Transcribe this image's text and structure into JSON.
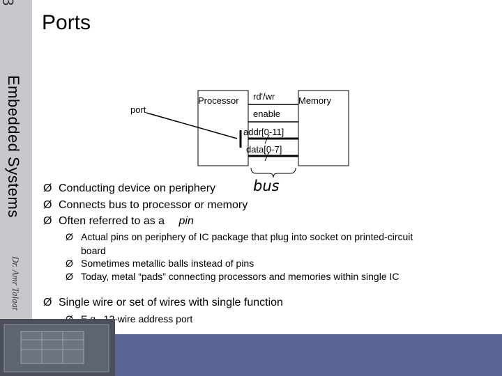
{
  "slide": {
    "number": "3",
    "title": "Ports",
    "side_title": "Embedded Systems",
    "author": "Dr. Amr Talaat"
  },
  "diagram": {
    "port_label": "port",
    "processor_label": "Processor",
    "memory_label": "Memory",
    "rdwr_label": "rd'/wr",
    "enable_label": "enable",
    "addr_label": "addr[0-11]",
    "data_label": "data[0-7]",
    "bus_label": "bus"
  },
  "bullets": [
    {
      "text": "Conducting device on periphery"
    },
    {
      "text": "Connects bus to processor or memory"
    },
    {
      "text": "Often referred to as a",
      "emph": "pin"
    }
  ],
  "sub_bullets_1": [
    "Actual pins on periphery of IC package that plug into socket on printed-circuit board",
    "Sometimes metallic balls instead of pins",
    "Today, metal “pads” connecting processors and memories within single IC"
  ],
  "bullet_4": "Single wire or set of wires with single function",
  "sub_bullets_2": [
    "E.g., 12-wire address port"
  ],
  "colors": {
    "footer": "#5b6595",
    "sidebar": "#c8c8cc"
  }
}
